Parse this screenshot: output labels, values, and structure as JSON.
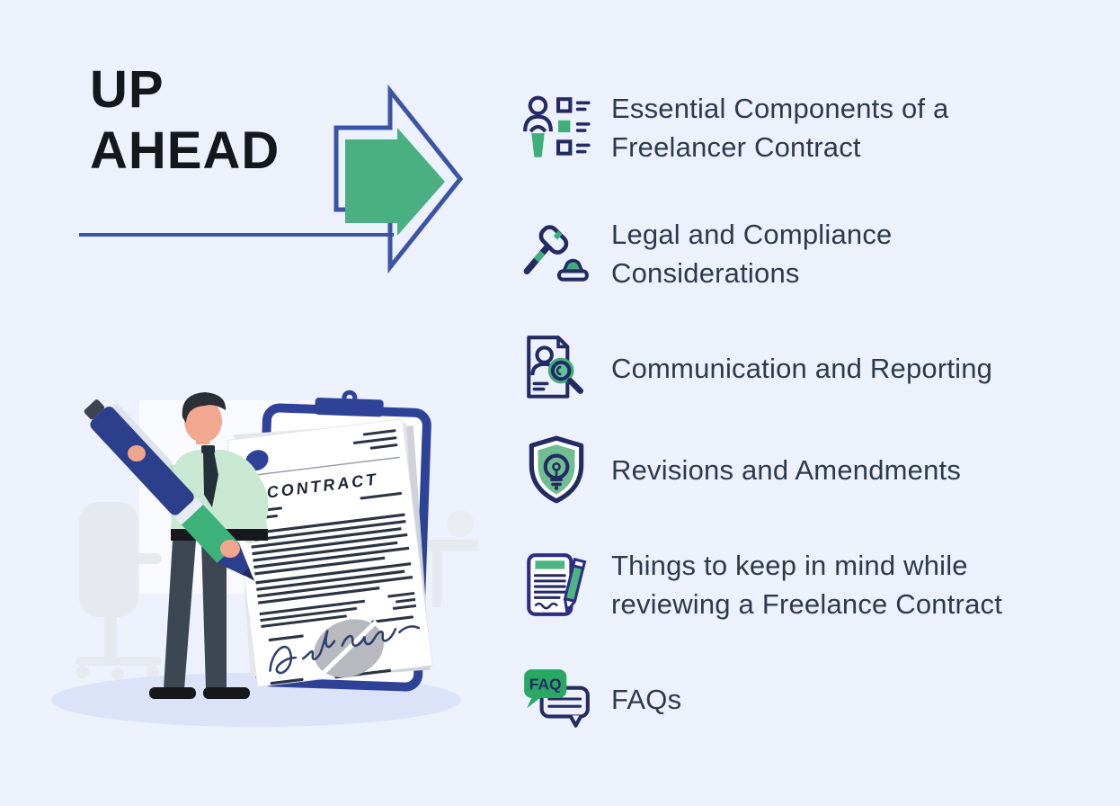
{
  "page": {
    "background_color": "#edf1fb",
    "title": "UP\nAHEAD"
  },
  "arrow": {
    "outline_color": "#3a55a4",
    "fill_color": "#4bb081"
  },
  "topics": [
    {
      "icon": "person-checklist",
      "label": "Essential Components of a\nFreelancer Contract"
    },
    {
      "icon": "gavel",
      "label": "Legal and Compliance\nConsiderations"
    },
    {
      "icon": "document-search",
      "label": "Communication and Reporting"
    },
    {
      "icon": "shield-idea",
      "label": "Revisions and Amendments"
    },
    {
      "icon": "note-pencil",
      "label": "Things to keep in mind while\nreviewing a Freelance Contract"
    },
    {
      "icon": "faq-bubbles",
      "label": "FAQs",
      "icon_text": "FAQ"
    }
  ],
  "illustration": {
    "contract_title": "CONTRACT",
    "scene": "man signing a giant contract on a clipboard with an oversized pen"
  },
  "colors": {
    "icon_navy": "#232b63",
    "icon_green": "#3fae7a",
    "text": "#2d3a4d",
    "clipboard_blue": "#2e4397",
    "shirt_green": "#c9e8d2",
    "pen_blue": "#2c3f8c",
    "pen_grip_green": "#3cb179"
  }
}
